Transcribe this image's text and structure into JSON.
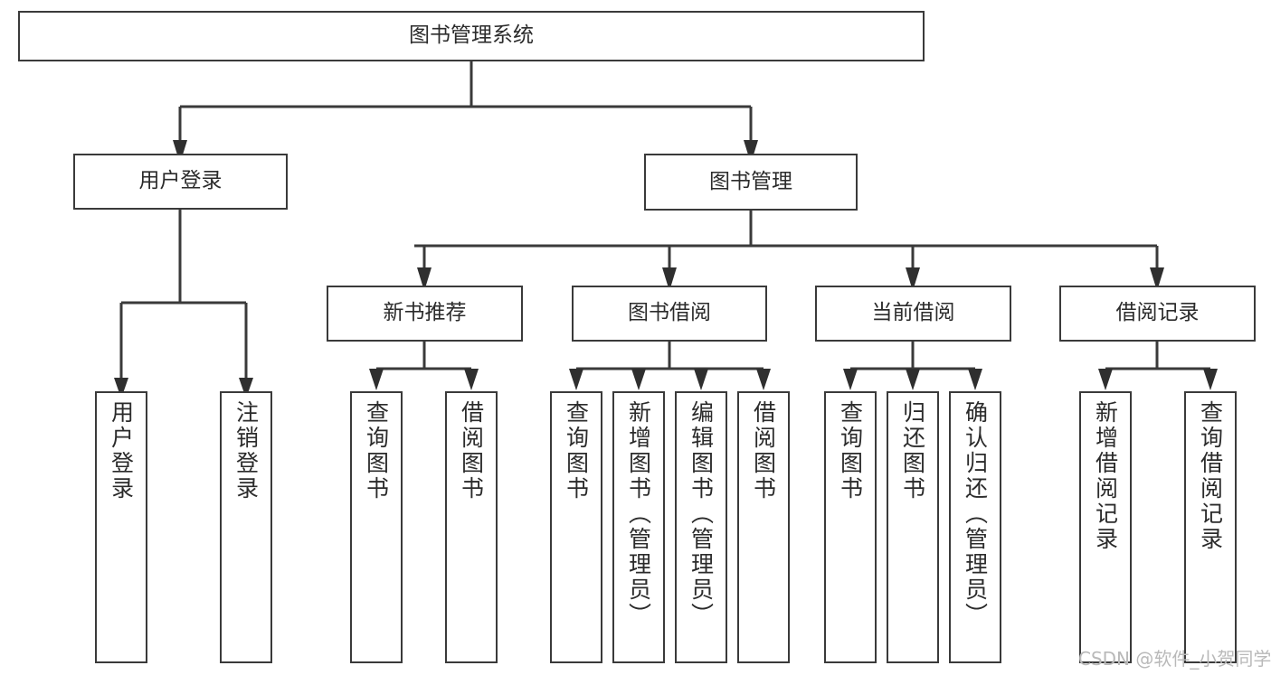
{
  "diagram": {
    "type": "tree",
    "title": "图书管理系统",
    "orientation": "top-down",
    "watermark": "CSDN @软件_小贺同学",
    "style": {
      "box_border_color": "#3a3a3a",
      "box_fill": "#ffffff",
      "line_color": "#3a3a3a",
      "text_color": "#2b2b2b",
      "background": "#ffffff",
      "watermark_color": "#b9b9b9"
    },
    "nodes": {
      "root": {
        "label": "图书管理系统"
      },
      "level2": [
        {
          "id": "user_login",
          "label": "用户登录"
        },
        {
          "id": "book_manage",
          "label": "图书管理"
        }
      ],
      "level3": [
        {
          "id": "new_book_rec",
          "label": "新书推荐",
          "parent": "book_manage"
        },
        {
          "id": "book_borrow",
          "label": "图书借阅",
          "parent": "book_manage"
        },
        {
          "id": "current_borrow",
          "label": "当前借阅",
          "parent": "book_manage"
        },
        {
          "id": "borrow_record",
          "label": "借阅记录",
          "parent": "book_manage"
        }
      ],
      "leaves": [
        {
          "id": "leaf_user_login",
          "label": "用户登录",
          "parent": "user_login"
        },
        {
          "id": "leaf_logout",
          "label": "注销登录",
          "parent": "user_login"
        },
        {
          "id": "leaf_query_book_1",
          "label": "查询图书",
          "parent": "new_book_rec"
        },
        {
          "id": "leaf_borrow_book_1",
          "label": "借阅图书",
          "parent": "new_book_rec"
        },
        {
          "id": "leaf_query_book_2",
          "label": "查询图书",
          "parent": "book_borrow"
        },
        {
          "id": "leaf_add_book",
          "label": "新增图书（管理员）",
          "parent": "book_borrow"
        },
        {
          "id": "leaf_edit_book",
          "label": "编辑图书（管理员）",
          "parent": "book_borrow"
        },
        {
          "id": "leaf_borrow_book_2",
          "label": "借阅图书",
          "parent": "book_borrow"
        },
        {
          "id": "leaf_query_book_3",
          "label": "查询图书",
          "parent": "current_borrow"
        },
        {
          "id": "leaf_return_book",
          "label": "归还图书",
          "parent": "current_borrow"
        },
        {
          "id": "leaf_confirm_return",
          "label": "确认归还（管理员）",
          "parent": "current_borrow"
        },
        {
          "id": "leaf_add_record",
          "label": "新增借阅记录",
          "parent": "borrow_record"
        },
        {
          "id": "leaf_query_record",
          "label": "查询借阅记录",
          "parent": "borrow_record"
        }
      ]
    }
  }
}
